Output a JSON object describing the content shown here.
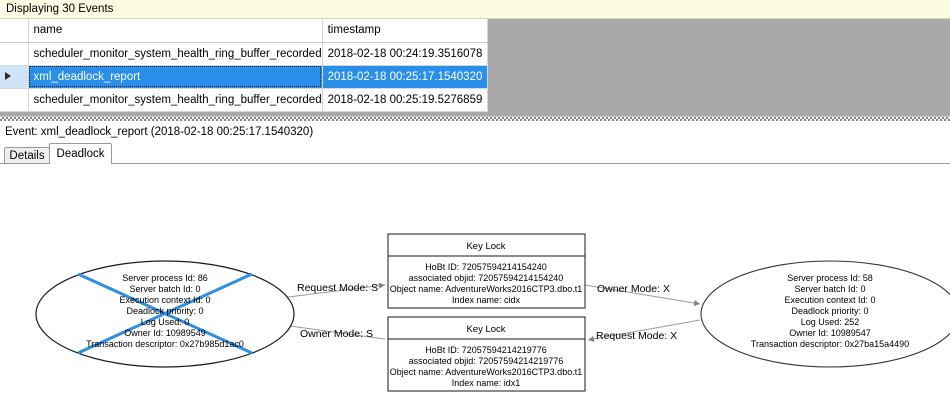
{
  "grid": {
    "status_text": "Displaying 30 Events",
    "columns": [
      "",
      "name",
      "timestamp"
    ],
    "rows": [
      {
        "selected": false,
        "marker": "",
        "name": "scheduler_monitor_system_health_ring_buffer_recorded",
        "timestamp": "2018-02-18 00:24:19.3516078"
      },
      {
        "selected": true,
        "marker": "row-marker-triangle",
        "name": "xml_deadlock_report",
        "timestamp": "2018-02-18 00:25:17.1540320"
      },
      {
        "selected": false,
        "marker": "",
        "name": "scheduler_monitor_system_health_ring_buffer_recorded",
        "timestamp": "2018-02-18 00:25:19.5276859"
      }
    ],
    "selection_color": "#2a8fe8"
  },
  "event": {
    "header": "Event: xml_deadlock_report (2018-02-18 00:25:17.1540320)",
    "tabs": [
      {
        "label": "Details",
        "active": false
      },
      {
        "label": "Deadlock",
        "active": true
      }
    ]
  },
  "deadlock": {
    "victim_marker_color": "#2f8fe0",
    "processes": [
      {
        "id": "process-left-victim",
        "victim": true,
        "lines": [
          "Server process Id: 86",
          "Server batch Id: 0",
          "Execution context Id: 0",
          "Deadlock priority: 0",
          "Log Used: 0",
          "Owner Id: 10989549",
          "Transaction descriptor: 0x27b985d1ac0"
        ]
      },
      {
        "id": "process-right",
        "victim": false,
        "lines": [
          "Server process Id: 58",
          "Server batch Id: 0",
          "Execution context Id: 0",
          "Deadlock priority: 0",
          "Log Used: 252",
          "Owner Id: 10989547",
          "Transaction descriptor: 0x27ba15a4490"
        ]
      }
    ],
    "resources": [
      {
        "id": "key-lock-top",
        "title": "Key Lock",
        "lines": [
          "HoBt ID: 72057594214154240",
          "associated objid: 72057594214154240",
          "Object name: AdventureWorks2016CTP3.dbo.t1",
          "Index name: cidx"
        ]
      },
      {
        "id": "key-lock-bottom",
        "title": "Key Lock",
        "lines": [
          "HoBt ID: 72057594214219776",
          "associated objid: 72057594214219776",
          "Object name: AdventureWorks2016CTP3.dbo.t1",
          "Index name: idx1"
        ]
      }
    ],
    "edges": [
      {
        "id": "edge-left-request-top",
        "label": "Request Mode: S"
      },
      {
        "id": "edge-right-owner-top",
        "label": "Owner Mode: X"
      },
      {
        "id": "edge-left-owner-bottom",
        "label": "Owner Mode: S"
      },
      {
        "id": "edge-right-request-bottom",
        "label": "Request Mode: X"
      }
    ]
  }
}
